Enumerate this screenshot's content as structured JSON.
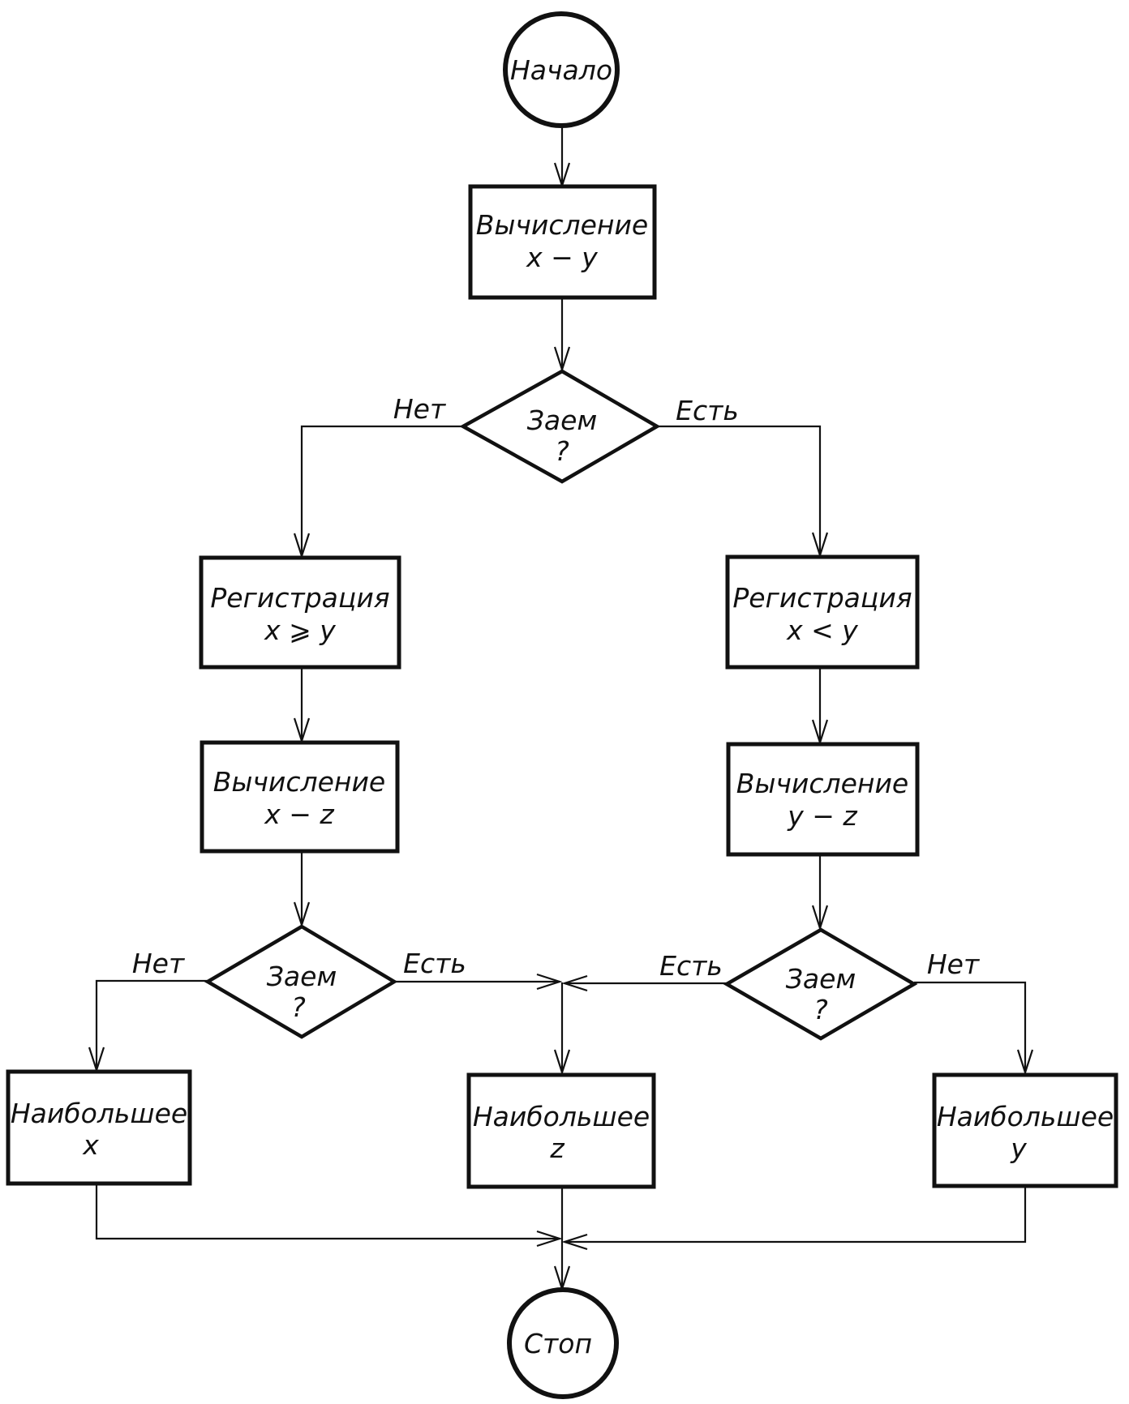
{
  "nodes": {
    "start": {
      "line1": "Начало"
    },
    "calc_xy": {
      "line1": "Вычисление",
      "line2": "x − y"
    },
    "dec1": {
      "line1": "Заем",
      "line2": "?"
    },
    "reg_ge": {
      "line1": "Регистрация",
      "line2": "x ⩾ y"
    },
    "reg_lt": {
      "line1": "Регистрация",
      "line2": "x < y"
    },
    "calc_xz": {
      "line1": "Вычисление",
      "line2": "x − z"
    },
    "calc_yz": {
      "line1": "Вычисление",
      "line2": "y − z"
    },
    "dec2": {
      "line1": "Заем",
      "line2": "?"
    },
    "dec3": {
      "line1": "Заем",
      "line2": "?"
    },
    "max_x": {
      "line1": "Наибольшее",
      "line2": "x"
    },
    "max_z": {
      "line1": "Наибольшее",
      "line2": "z"
    },
    "max_y": {
      "line1": "Наибольшее",
      "line2": "y"
    },
    "stop": {
      "line1": "Стоп"
    }
  },
  "edge_labels": {
    "dec1_no": "Нет",
    "dec1_yes": "Есть",
    "dec2_no": "Нет",
    "dec2_yes": "Есть",
    "dec3_yes": "Есть",
    "dec3_no": "Нет"
  }
}
